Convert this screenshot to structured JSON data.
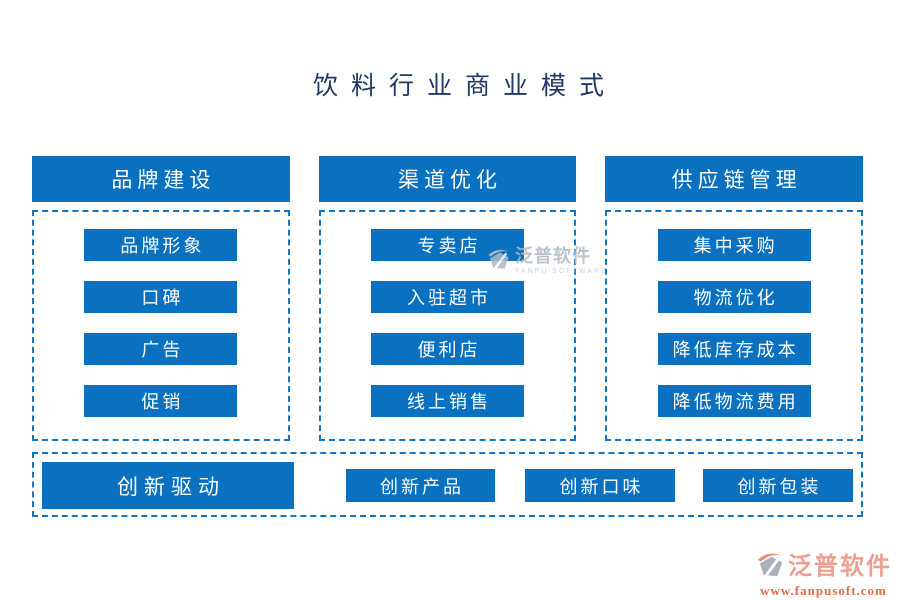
{
  "page": {
    "title": "饮料行业商业模式"
  },
  "columns": [
    {
      "header": "品牌建设",
      "items": [
        "品牌形象",
        "口碑",
        "广告",
        "促销"
      ]
    },
    {
      "header": "渠道优化",
      "items": [
        "专卖店",
        "入驻超市",
        "便利店",
        "线上销售"
      ]
    },
    {
      "header": "供应链管理",
      "items": [
        "集中采购",
        "物流优化",
        "降低库存成本",
        "降低物流费用"
      ]
    }
  ],
  "bottom": {
    "driver": "创新驱动",
    "items": [
      "创新产品",
      "创新口味",
      "创新包装"
    ]
  },
  "watermark_center": {
    "brand": "泛普软件",
    "caption": "FANPU SOFTWARE"
  },
  "watermark_footer": {
    "brand": "泛普软件",
    "url": "www.fanpusoft.com"
  },
  "colors": {
    "box_blue": "#0a70c0",
    "dashed_border_blue": "#1176c6",
    "title_navy": "#1f3864",
    "watermark_salmon": "#eda092",
    "watermark_url_orange": "#df6b4a"
  }
}
